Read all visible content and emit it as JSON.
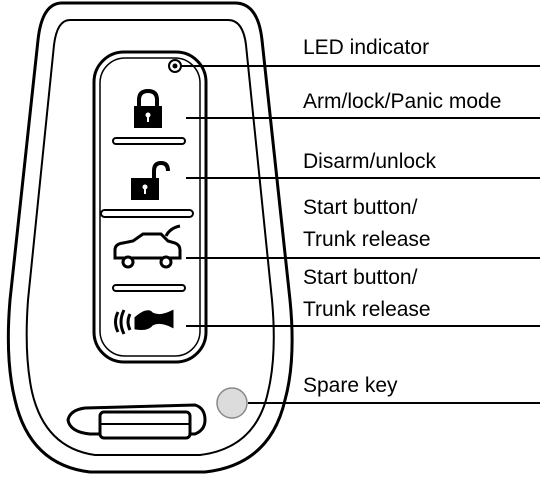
{
  "callouts": [
    {
      "text": "LED indicator"
    },
    {
      "text": "Arm/lock/Panic mode"
    },
    {
      "text": "Disarm/unlock"
    },
    {
      "text": "Start button/",
      "text2": "Trunk release"
    },
    {
      "text": "Start button/",
      "text2": "Trunk release"
    },
    {
      "text": "Spare key"
    }
  ],
  "icons": [
    "lock-icon",
    "unlock-icon",
    "car-trunk-icon",
    "horn-icon",
    "led-icon",
    "spare-key-button"
  ],
  "colors": {
    "line": "#000000",
    "body": "#ffffff",
    "spare_key": "#dcdcdc"
  }
}
